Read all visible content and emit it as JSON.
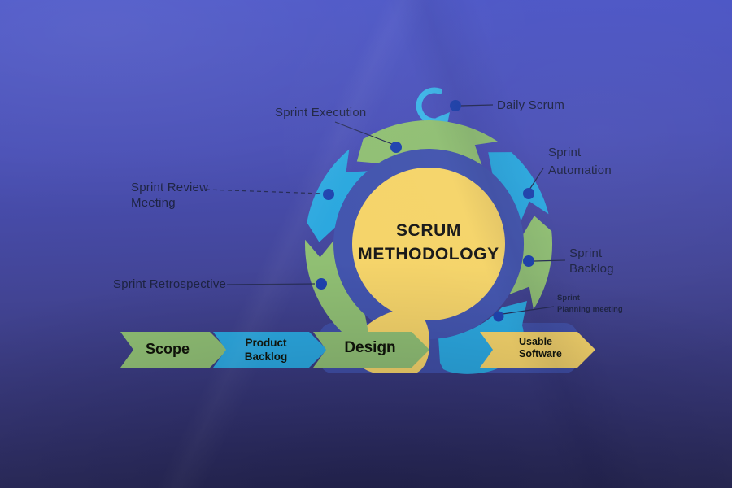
{
  "title": {
    "line1": "SCRUM",
    "line2": "METHODOLOGY"
  },
  "cycle": {
    "execution": "Sprint Execution",
    "daily": "Daily Scrum",
    "automation": [
      "Sprint",
      "Automation"
    ],
    "review": [
      "Sprint Review",
      "Meeting"
    ],
    "backlog": [
      "Sprint",
      "Backlog"
    ],
    "retrospective": "Sprint Retrospective",
    "planning": [
      "Sprint",
      "Planning meeting"
    ]
  },
  "flow": {
    "scope": "Scope",
    "product": [
      "Product",
      "Backlog"
    ],
    "design": "Design",
    "usable": [
      "Usable",
      "Software"
    ]
  },
  "colors": {
    "green": "#90BF73",
    "blue": "#2BA8DF",
    "yellow": "#F5D469",
    "ring": "#4355AE",
    "band": "#4150A6",
    "dot": "#1E42AE",
    "loop_icon": "#3CB5E8",
    "background_top": "#4C55C6",
    "background_bottom": "#2A2A55",
    "label_text": "#1D2342"
  }
}
